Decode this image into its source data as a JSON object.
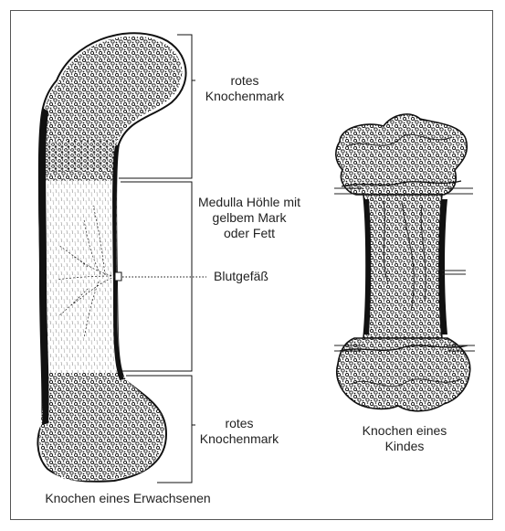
{
  "labels": {
    "top_marrow_1": "rotes",
    "top_marrow_2": "Knochenmark",
    "medulla_1": "Medulla Höhle mit",
    "medulla_2": "gelbem Mark",
    "medulla_3": "oder Fett",
    "vessel": "Blutgefäß",
    "bottom_marrow_1": "rotes",
    "bottom_marrow_2": "Knochenmark",
    "adult_caption": "Knochen eines Erwachsenen",
    "child_caption_1": "Knochen eines",
    "child_caption_2": "Kindes"
  },
  "colors": {
    "ink": "#1a1a1a",
    "paper": "#ffffff"
  }
}
